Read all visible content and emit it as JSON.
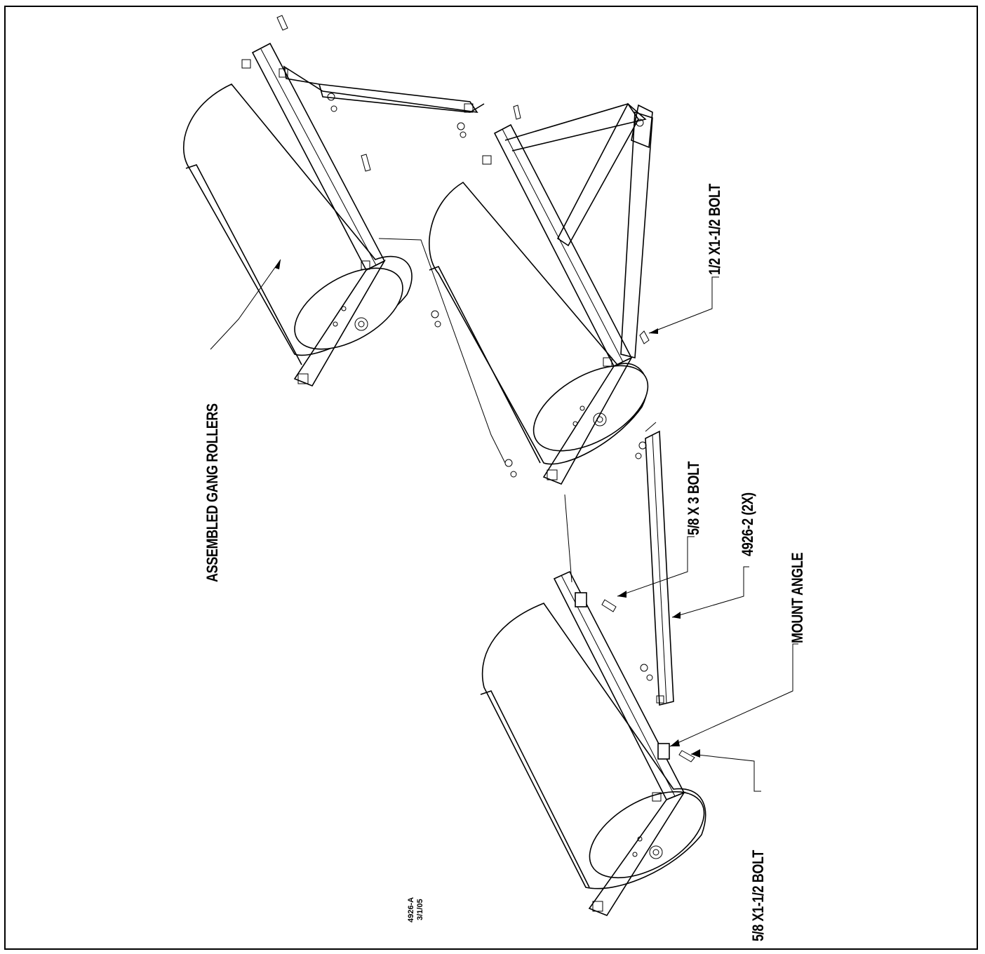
{
  "drawing": {
    "labels": {
      "assembled": "ASSEMBLED GANG ROLLERS",
      "bolt_half": "1/2 X1-1/2 BOLT",
      "bolt_58x3": "5/8 X 3 BOLT",
      "part": "4926-2 (2X)",
      "mount_angle": "MOUNT ANGLE",
      "bolt_58x112": "5/8 X1-1/2 BOLT"
    },
    "doc_id": "4926-A",
    "date": "3/1/05"
  }
}
